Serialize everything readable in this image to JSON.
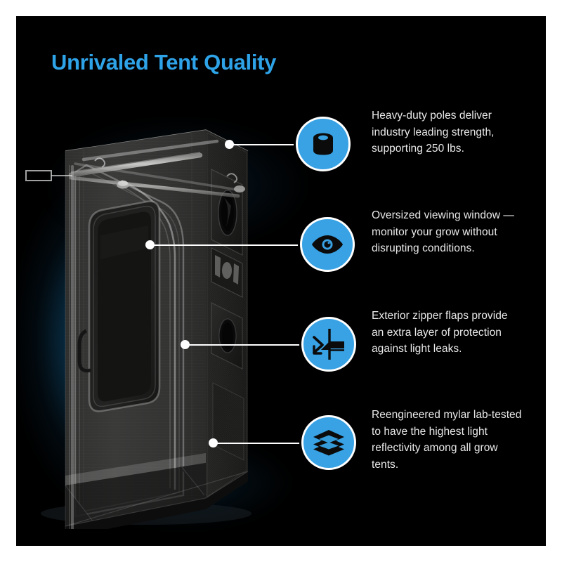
{
  "page": {
    "title": "Unrivaled Tent Quality",
    "accent_color": "#2EA3E8",
    "icon_color": "#38A2E4",
    "background_color": "#000000",
    "text_color": "#e9e9e9",
    "border_color": "#ffffff"
  },
  "product_image": {
    "name": "grow-tent",
    "alt": "Grow tent with viewing window, duct ports and zipper flaps"
  },
  "features": [
    {
      "id": "poles",
      "icon": "pole-cylinder-icon",
      "text": "Heavy-duty poles deliver industry leading strength, supporting 250 lbs.",
      "weight_capacity": "250 lbs."
    },
    {
      "id": "viewing-window",
      "icon": "eye-icon",
      "text": "Oversized viewing window — monitor your grow without disrupting conditions."
    },
    {
      "id": "zipper-flaps",
      "icon": "zipper-flap-icon",
      "text": "Exterior zipper flaps provide an extra layer of protection against light leaks."
    },
    {
      "id": "mylar",
      "icon": "layers-icon",
      "text": "Reengineered mylar lab-tested to have the highest light reflectivity among all grow tents."
    }
  ]
}
